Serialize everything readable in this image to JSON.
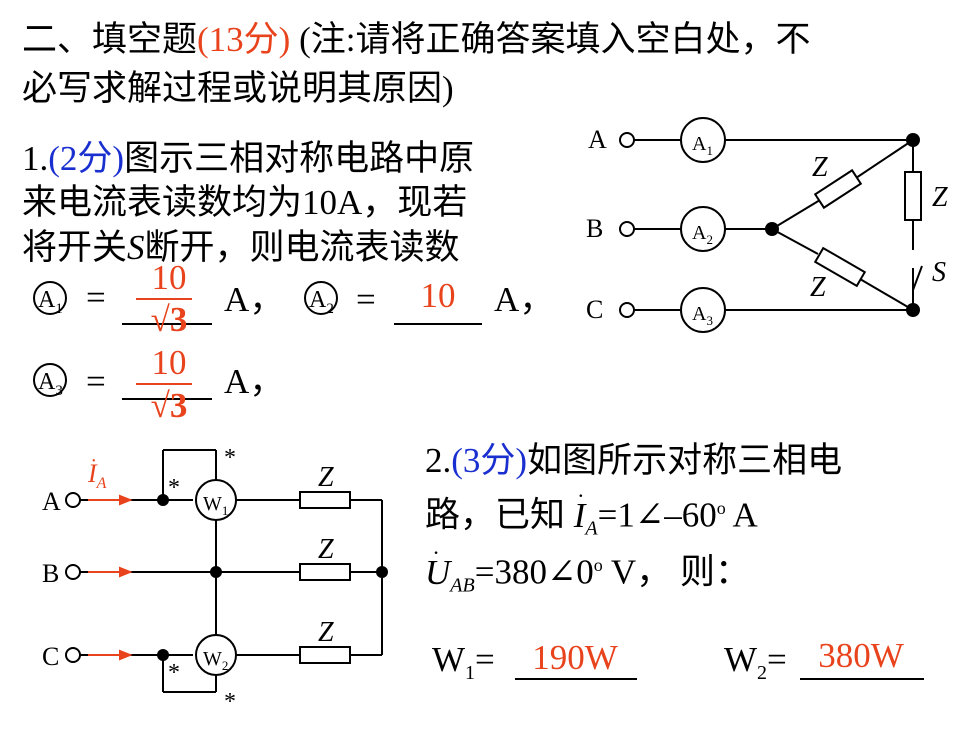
{
  "section": {
    "title_pre": "二、填空题",
    "title_score": "(13分)",
    "title_post": " (注:请将正确答案填入空白处，不",
    "title_line2": "必写求解过程或说明其原因)"
  },
  "q1": {
    "num": "1.",
    "score": "(2分)",
    "text1": "图示三相对称电路中原",
    "text2": "来电流表读数均为10A，现若",
    "text3a": "将开关",
    "text3s": "S",
    "text3b": "断开，则电流表读数",
    "eq": "=",
    "unit": "A，",
    "a1_num": "10",
    "a1_den": "√3",
    "a2_ans": "10",
    "a3_num": "10",
    "a3_den": "√3",
    "meter_a1": "A",
    "meter_a1_sub": "1",
    "meter_a2": "A",
    "meter_a2_sub": "2",
    "meter_a3": "A",
    "meter_a3_sub": "3"
  },
  "circuit1": {
    "labels": [
      "A",
      "B",
      "C"
    ],
    "z": "Z",
    "switch": "S"
  },
  "q2": {
    "num": "2.",
    "score": "(3分)",
    "text1": "如图所示对称三相电",
    "text2a": "路，已知 ",
    "ia": "I",
    "ia_sub": "A",
    "text2b": "=1∠–60",
    "deg": "o",
    "text2c": " A",
    "uab": "U",
    "uab_sub": "AB",
    "text3b": "=380∠0",
    "text3c": " V，  则：",
    "w1_label": "W",
    "w1_sub": "1",
    "w1_eq": "=",
    "w1_ans": "190W",
    "w2_label": "W",
    "w2_sub": "2",
    "w2_eq": "=",
    "w2_ans": "380W"
  },
  "circuit2": {
    "labels": [
      "A",
      "B",
      "C"
    ],
    "ia": "I",
    "ia_sub": "A",
    "z": "Z",
    "star": "*",
    "w1": "W",
    "w1_sub": "1",
    "w2": "W",
    "w2_sub": "2"
  }
}
